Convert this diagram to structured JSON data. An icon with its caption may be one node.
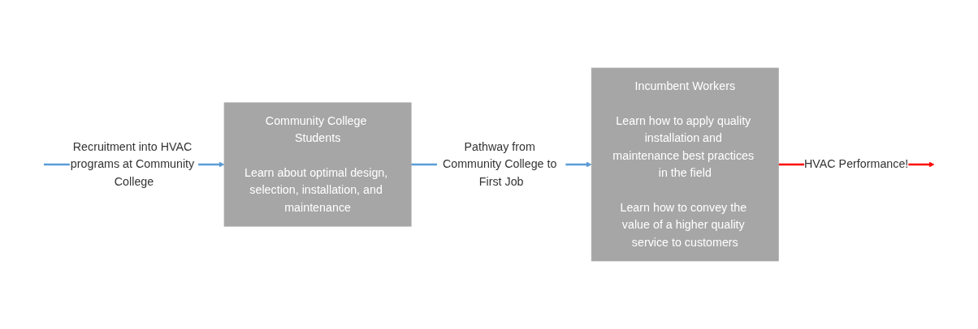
{
  "diagram": {
    "nodes": [
      {
        "text": [
          "Community College Students",
          "Learn about optimal design, selection, installation, and maintenance"
        ]
      },
      {
        "text": [
          "Incumbent Workers",
          "Learn how to apply quality installation and maintenance best practices in the field",
          "Learn how to convey the value of a higher quality service to customers"
        ]
      }
    ],
    "edges": [
      {
        "from": null,
        "to": 0,
        "arrow": "to",
        "label": "Recruitment into HVAC programs at Community College",
        "color": "#5b9bd5"
      },
      {
        "from": 0,
        "to": 1,
        "arrow": "to",
        "label": "Pathway from Community College to First Job",
        "color": "#5b9bd5"
      },
      {
        "from": 1,
        "to": null,
        "arrow": "to",
        "label": "HVAC Performance!",
        "color": "#ff0000"
      }
    ]
  }
}
